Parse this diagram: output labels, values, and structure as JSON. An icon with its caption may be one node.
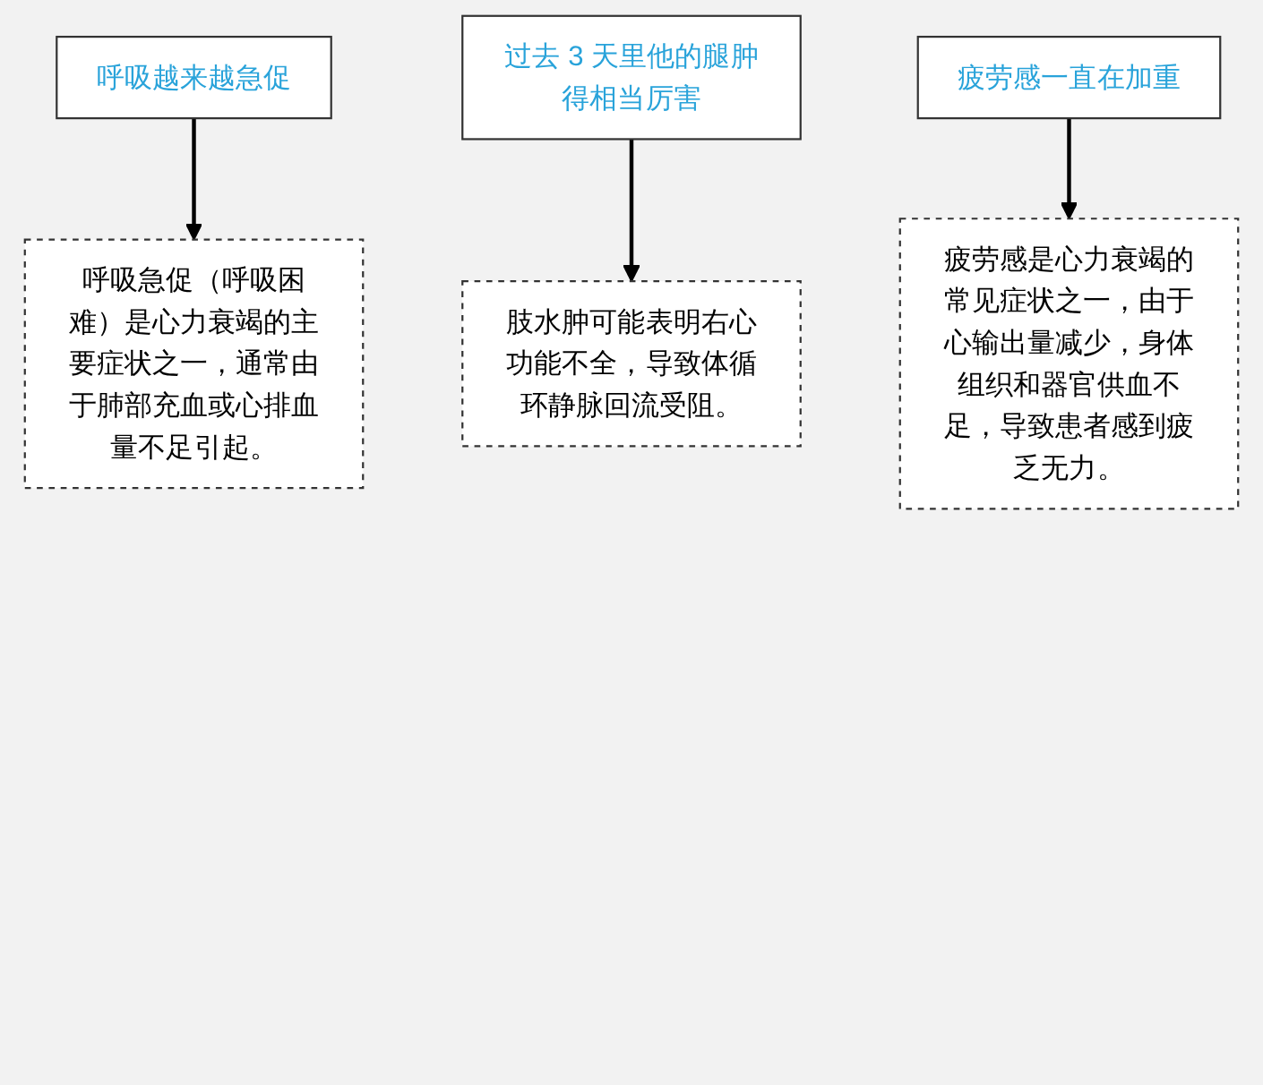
{
  "diagram": {
    "nodes": [
      {
        "text": [
          "呼吸越来越急促"
        ]
      },
      {
        "text": [
          "呼吸急促（呼吸困难）是心力衰竭的主要症状之一，通常由于肺部充血或心排血量不足引起。"
        ]
      },
      {
        "text": [
          "过去 3 天里他的腿肿得相当厉害"
        ]
      },
      {
        "text": [
          "肢水肿可能表明右心功能不全，导致体循环静脉回流受阻。"
        ]
      },
      {
        "text": [
          "疲劳感一直在加重"
        ]
      },
      {
        "text": [
          "疲劳感是心力衰竭的常见症状之一，由于心输出量减少，身体组织和器官供血不足，导致患者感到疲乏无力。"
        ]
      }
    ],
    "edges": [
      {
        "from": 0,
        "to": 1,
        "arrow": "to"
      },
      {
        "from": 2,
        "to": 3,
        "arrow": "to"
      },
      {
        "from": 4,
        "to": 5,
        "arrow": "to"
      }
    ]
  }
}
